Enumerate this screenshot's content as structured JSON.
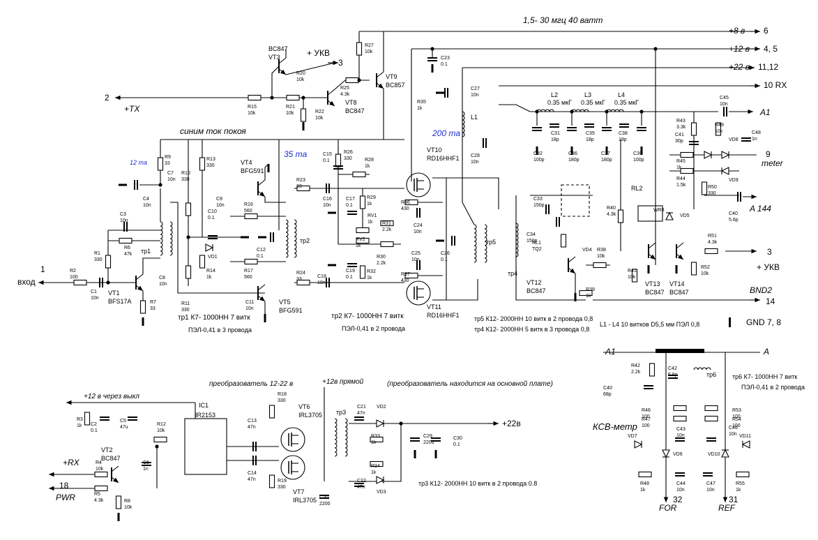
{
  "header": {
    "band": "1,5- 30 мгц 40 ватт",
    "bias_note": "синим ток покоя"
  },
  "currents": {
    "vt1": "12 ma",
    "vt4_5": "35 ma",
    "vt10_11": "200 ma"
  },
  "terminals": [
    {
      "label": "+8 в",
      "pin": "6"
    },
    {
      "label": "+12 в",
      "pin": "4, 5"
    },
    {
      "label": "+22 в",
      "pin": "11,12"
    },
    {
      "label": "10  RX",
      "pin": ""
    },
    {
      "label": "+ УКВ",
      "pin": "3"
    },
    {
      "label": "+TX",
      "pin": "2"
    },
    {
      "label": "вход",
      "pin": "1"
    },
    {
      "label": "meter",
      "pin": "9"
    },
    {
      "label": "A 144",
      "pin": ""
    },
    {
      "label": "+ УКВ",
      "pin": "3"
    },
    {
      "label": "BND2",
      "pin": "14"
    },
    {
      "label": "GND 7, 8",
      "pin": ""
    },
    {
      "label": "A1",
      "pin": ""
    },
    {
      "label": "+RX",
      "pin": ""
    },
    {
      "label": "PWR",
      "pin": "18"
    },
    {
      "label": "+22в",
      "pin": ""
    },
    {
      "label": "FOR",
      "pin": "32"
    },
    {
      "label": "REF",
      "pin": "31"
    }
  ],
  "transistors": {
    "vt1": [
      "VT1",
      "BFS17A"
    ],
    "vt2": [
      "VT2",
      "BC847"
    ],
    "vt3": [
      "BC847",
      "VT3"
    ],
    "vt4": [
      "VT4",
      "BFG591"
    ],
    "vt5": [
      "VT5",
      "BFG591"
    ],
    "vt6": [
      "VT6",
      "IRL3705"
    ],
    "vt7": [
      "VT7",
      "IRL3705"
    ],
    "vt8": [
      "VT8",
      "BC847"
    ],
    "vt9": [
      "VT9",
      "BC857"
    ],
    "vt10": [
      "VT10",
      "RD16HHF1"
    ],
    "vt11": [
      "VT11",
      "RD16HHF1"
    ],
    "vt12": [
      "VT12",
      "BC847"
    ],
    "vt13": [
      "VT13",
      "BC847"
    ],
    "vt14": [
      "VT14",
      "BC847"
    ]
  },
  "notes": {
    "tr1": "тр1  К7-  1000НН  7 витк",
    "tr1b": "ПЭЛ-0,41 в 3 провода",
    "tr2": "тр2  К7-  1000НН  7 витк",
    "tr2b": "ПЭЛ-0,41 в 2 провода",
    "tr5": "тр5  К12- 2000НН  10 витк в 2 провода 0,8",
    "tr4": "тр4  К12- 2000НН  5 витк в 3 провода 0,8",
    "l": "L1 - L4  10 витков D5,5 мм ПЭЛ 0,8",
    "tr3": "тр3  К12- 2000НН  10 витк в 2 провода 0.8",
    "tr6": "тр6 К7- 1000НН  7 витк",
    "tr6b": "ПЭЛ-0,41 в 2 провода",
    "conv": "преобразователь 12-22 в",
    "conv2": "(преобразователь находится на основной плате)",
    "direct": "+12в прямой",
    "switch": "+12 в  через выкл",
    "swr": "КСВ-метр"
  },
  "components": {
    "r1": [
      "R1",
      "330"
    ],
    "r2": [
      "R2",
      "100"
    ],
    "r3": [
      "R3",
      "1k"
    ],
    "r4": [
      "R4",
      "10k"
    ],
    "r5": [
      "R5",
      "4.3k"
    ],
    "r6": [
      "R6",
      "47k"
    ],
    "r7": [
      "R7",
      "33"
    ],
    "r8": [
      "R8",
      "10k"
    ],
    "r9": [
      "R9",
      "33"
    ],
    "r10": [
      "R10",
      "330"
    ],
    "r11": [
      "R11",
      "330"
    ],
    "r12": [
      "R12",
      "10k"
    ],
    "r13": [
      "R13",
      "330"
    ],
    "r14": [
      "R14",
      "1k"
    ],
    "r15": [
      "R15",
      "10k"
    ],
    "r16": [
      "R16",
      "560"
    ],
    "r17": [
      "R17",
      "560"
    ],
    "r18": [
      "R18",
      "330"
    ],
    "r19": [
      "R19",
      "330"
    ],
    "r20": [
      "R20",
      "10k"
    ],
    "r21": [
      "R21",
      "10k"
    ],
    "r22": [
      "R22",
      "10k"
    ],
    "r23": [
      "R23",
      "33"
    ],
    "r24": [
      "R24",
      "33"
    ],
    "r25": [
      "R25",
      "4.3k"
    ],
    "r26": [
      "R26",
      "330"
    ],
    "r27": [
      "R27",
      "10k"
    ],
    "r28": [
      "R28",
      "1k"
    ],
    "r29": [
      "R29",
      "1k"
    ],
    "r30": [
      "R30",
      "2.2k"
    ],
    "r31": [
      "R31",
      "2.2k"
    ],
    "r32": [
      "R32",
      "1k"
    ],
    "r33": [
      "R33",
      "1k"
    ],
    "r34": [
      "R34",
      "1k"
    ],
    "r35": [
      "R35",
      "1k"
    ],
    "r36": [
      "R36",
      "430"
    ],
    "r37": [
      "R37",
      "430"
    ],
    "r38": [
      "R38",
      "10k"
    ],
    "r39": [
      "R39",
      "1k"
    ],
    "r40": [
      "R40",
      "4.3k"
    ],
    "r41": [
      "R41",
      "10k"
    ],
    "r42": [
      "R42",
      "2.2k"
    ],
    "r43": [
      "R43",
      "3.3k"
    ],
    "r44": [
      "R44",
      "1.5k"
    ],
    "r45": [
      "R45",
      "1k"
    ],
    "r46": [
      "R46",
      "100"
    ],
    "r47": [
      "R47",
      "100"
    ],
    "r48": [
      "R48",
      "1k"
    ],
    "r49": [
      "R49",
      "10k"
    ],
    "r50": [
      "R50",
      "330"
    ],
    "r51": [
      "R51",
      "4.3k"
    ],
    "r52": [
      "R52",
      "10k"
    ],
    "r53": [
      "R53",
      "100"
    ],
    "r54": [
      "R54",
      "100"
    ],
    "r55": [
      "R55",
      "1k"
    ],
    "rv1": [
      "RV1",
      "1k"
    ],
    "rv2": [
      "RV2",
      "1k"
    ],
    "c1": [
      "C1",
      "10n"
    ],
    "c2": [
      "C2",
      "0.1"
    ],
    "c3": [
      "C3",
      "10n"
    ],
    "c4": [
      "C4",
      "10n"
    ],
    "c5": [
      "C5",
      "47u"
    ],
    "c6": [
      "C6",
      "1n"
    ],
    "c7": [
      "C7",
      "10n"
    ],
    "c8": [
      "C8",
      "10n"
    ],
    "c9": [
      "C9",
      "10n"
    ],
    "c10": [
      "C10",
      "0.1"
    ],
    "c11": [
      "C11",
      "10n"
    ],
    "c12": [
      "C12",
      "0.1"
    ],
    "c13": [
      "C13",
      "47n"
    ],
    "c14": [
      "C14",
      "47n"
    ],
    "c15": [
      "C15",
      "0.1"
    ],
    "c16": [
      "C16",
      "10n"
    ],
    "c17": [
      "C17",
      "0.1"
    ],
    "c18": [
      "C18",
      "10n"
    ],
    "c19": [
      "C19",
      "0.1"
    ],
    "c20": [
      "C20",
      "2200"
    ],
    "c21": [
      "C21",
      "47n"
    ],
    "c22": [
      "C22",
      "47n"
    ],
    "c23": [
      "C23",
      "0.1"
    ],
    "c24": [
      "C24",
      "10n"
    ],
    "c25": [
      "C25",
      "10n"
    ],
    "c26": [
      "C26",
      "0.1"
    ],
    "c27": [
      "C27",
      "10n"
    ],
    "c28": [
      "C28",
      "10n"
    ],
    "c29": [
      "C29",
      "220u"
    ],
    "c30": [
      "C30",
      "0.1"
    ],
    "c31": [
      "C31",
      "18p"
    ],
    "c32": [
      "C32",
      "100p"
    ],
    "c33": [
      "C33",
      "150p"
    ],
    "c34": [
      "C34",
      "150p"
    ],
    "c35": [
      "C35",
      "18p"
    ],
    "c36": [
      "C36",
      "180p"
    ],
    "c37": [
      "C37",
      "180p"
    ],
    "c38": [
      "C38",
      "18p"
    ],
    "c39": [
      "C39",
      "100p"
    ],
    "c40": [
      "C40",
      "68p"
    ],
    "c40b": [
      "C40",
      "5.6p"
    ],
    "c41": [
      "C41",
      "30p"
    ],
    "c42": [
      "C42",
      "5.6p"
    ],
    "c43": [
      "C43",
      "10n"
    ],
    "c44": [
      "C44",
      "10n"
    ],
    "c45": [
      "C45",
      "10n"
    ],
    "c46": [
      "C46",
      "10n"
    ],
    "c47": [
      "C47",
      "10n"
    ],
    "c48": [
      "C48",
      "1n"
    ],
    "l2": [
      "L2",
      "0.35 мкГ"
    ],
    "l3": [
      "L3",
      "0.35 мкГ"
    ],
    "l4": [
      "L4",
      "0.35 мкГ"
    ],
    "l1": "L1",
    "ic1": [
      "IC1",
      "IR2153"
    ],
    "vd1": "VD1",
    "vd2": "VD2",
    "vd3": "VD3",
    "vd4": "VD4",
    "vd5": "VD5",
    "vd6": "VD6",
    "vd7": "VD7",
    "vd8": "VD8",
    "vd9": "VD9",
    "vd10": "VD10",
    "vd11": "VD11",
    "rl1": [
      "RL1",
      "TQ2"
    ],
    "rl2": "RL2",
    "w": "WR8",
    "tr1": "тр1",
    "tr2": "тр2",
    "tr3": "тр3",
    "tr4": "тр4",
    "tr5": "тр5",
    "tr6": "тр6",
    "a1": "A1",
    "a": "A"
  }
}
